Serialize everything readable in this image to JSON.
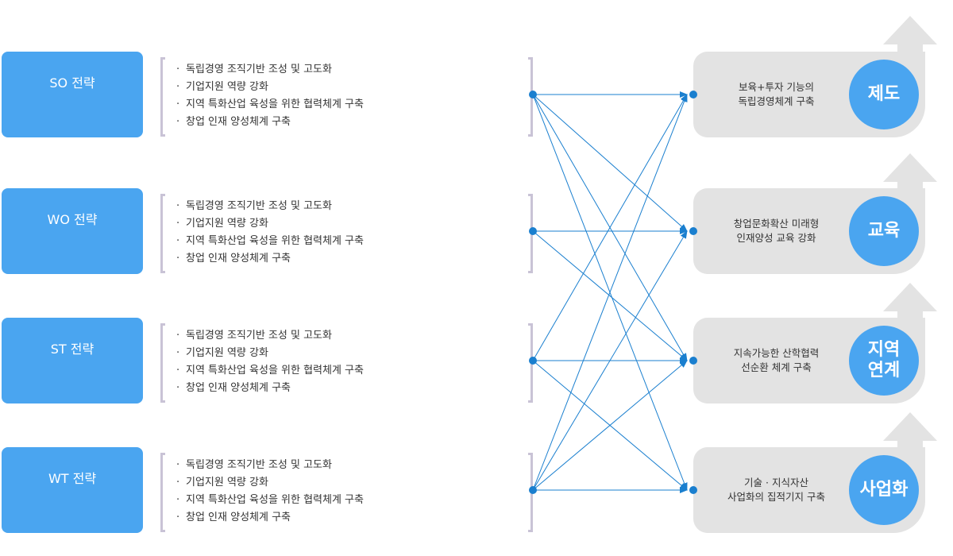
{
  "strategies": [
    {
      "label": "SO 전략",
      "items": [
        "독립경영 조직기반 조성 및 고도화",
        "기업지원 역량 강화",
        "지역 특화산업 육성을 위한 협력체계 구축",
        "창업 인재 양성체계 구축"
      ]
    },
    {
      "label": "WO 전략",
      "items": [
        "독립경영 조직기반 조성 및 고도화",
        "기업지원 역량 강화",
        "지역 특화산업 육성을 위한 협력체계 구축",
        "창업 인재 양성체계 구축"
      ]
    },
    {
      "label": "ST 전략",
      "items": [
        "독립경영 조직기반 조성 및 고도화",
        "기업지원 역량 강화",
        "지역 특화산업 육성을 위한 협력체계 구축",
        "창업 인재 양성체계 구축"
      ]
    },
    {
      "label": "WT 전략",
      "items": [
        "독립경영 조직기반 조성 및 고도화",
        "기업지원 역량 강화",
        "지역 특화산업 육성을 위한 협력체계 구축",
        "창업 인재 양성체계 구축"
      ]
    }
  ],
  "goals": [
    {
      "line1": "보육+투자 기능의",
      "line2": "독립경영체계 구축",
      "circle1": "제도",
      "circle2": ""
    },
    {
      "line1": "창업문화확산 미래형",
      "line2": "인재양성 교육 강화",
      "circle1": "교육",
      "circle2": ""
    },
    {
      "line1": "지속가능한 산학협력",
      "line2": "선순환 체계 구축",
      "circle1": "지역",
      "circle2": "연계"
    },
    {
      "line1": "기술 · 지식자산",
      "line2": "사업화의 집적기지 구축",
      "circle1": "사업화",
      "circle2": ""
    }
  ],
  "connections": [
    [
      0,
      0
    ],
    [
      0,
      1
    ],
    [
      0,
      2
    ],
    [
      0,
      3
    ],
    [
      1,
      1
    ],
    [
      1,
      2
    ],
    [
      2,
      0
    ],
    [
      2,
      2
    ],
    [
      2,
      3
    ],
    [
      3,
      0
    ],
    [
      3,
      1
    ],
    [
      3,
      2
    ],
    [
      3,
      3
    ]
  ],
  "colors": {
    "accent": "#4aa5f0",
    "connector": "#1a7fcf",
    "goal_bg": "#e3e3e3",
    "bracket": "#c9c3d6"
  }
}
